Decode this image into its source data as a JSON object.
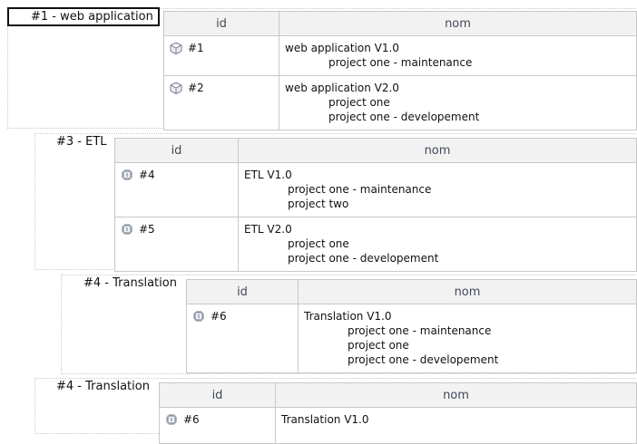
{
  "columns": {
    "id": "id",
    "nom": "nom"
  },
  "groups": [
    {
      "label": "#1 - web application",
      "rows": [
        {
          "id": "#1",
          "icon": "cube-icon",
          "name": "web application V1.0",
          "projects": [
            "project one - maintenance"
          ]
        },
        {
          "id": "#2",
          "icon": "cube-icon",
          "name": "web application V2.0",
          "projects": [
            "project one",
            "project one - developement"
          ]
        }
      ]
    },
    {
      "label": "#3 - ETL",
      "rows": [
        {
          "id": "#4",
          "icon": "chip-icon",
          "name": "ETL V1.0",
          "projects": [
            "project one - maintenance",
            "project two"
          ]
        },
        {
          "id": "#5",
          "icon": "chip-icon",
          "name": "ETL V2.0",
          "projects": [
            "project one",
            "project one - developement"
          ]
        }
      ]
    },
    {
      "label": "#4 - Translation",
      "rows": [
        {
          "id": "#6",
          "icon": "chip-icon",
          "name": "Translation V1.0",
          "projects": [
            "project one - maintenance",
            "project one",
            "project one - developement"
          ]
        }
      ]
    },
    {
      "label": "#4 - Translation",
      "rows": [
        {
          "id": "#6",
          "icon": "chip-icon",
          "name": "Translation V1.0",
          "projects": []
        }
      ]
    }
  ]
}
